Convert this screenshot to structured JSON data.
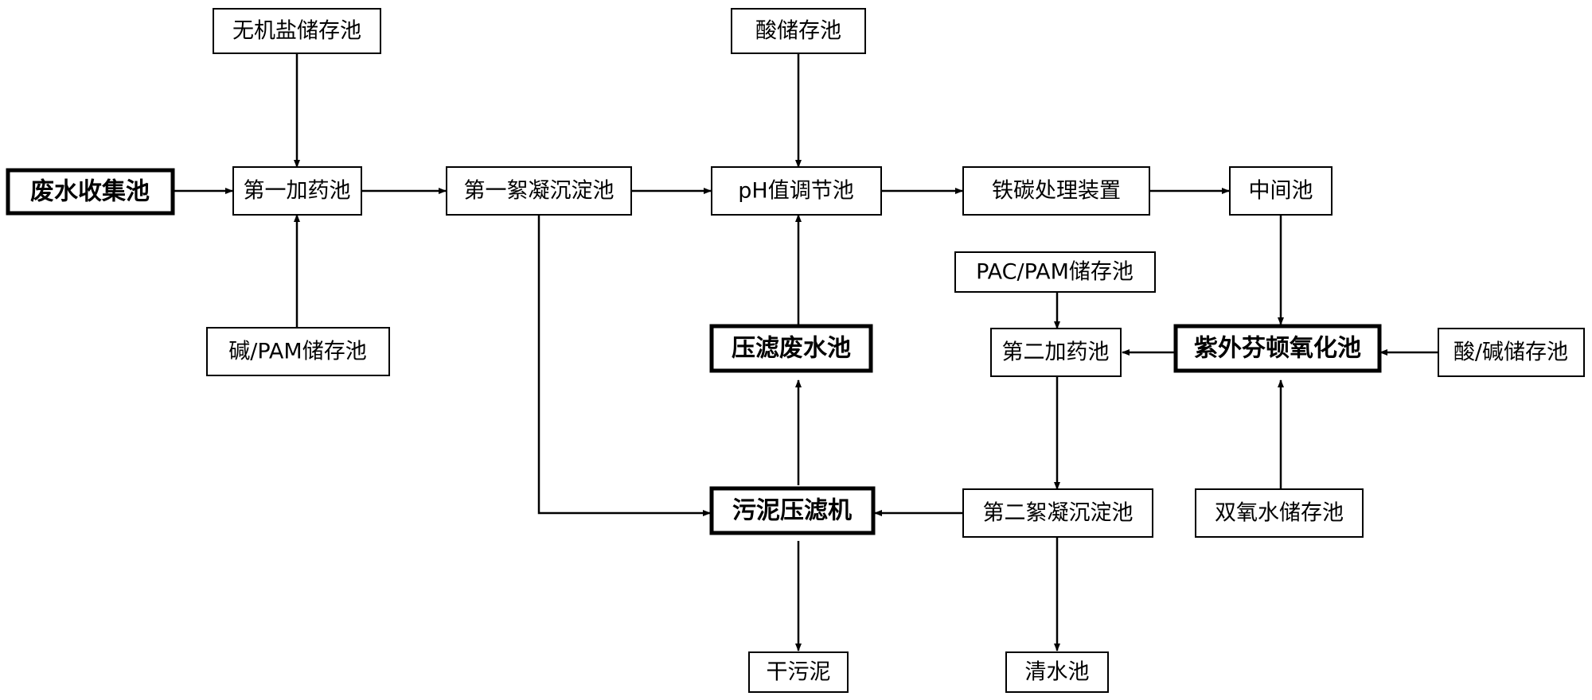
{
  "nodes": {
    "wastewater_collection": {
      "label": "废水收集池",
      "bold": true
    },
    "inorganic_salt_storage": {
      "label": "无机盐储存池",
      "bold": false
    },
    "first_dosing": {
      "label": "第一加药池",
      "bold": false
    },
    "alkali_pam_storage": {
      "label": "碱/PAM储存池",
      "bold": false
    },
    "first_flocculation": {
      "label": "第一絮凝沉淀池",
      "bold": false
    },
    "acid_storage": {
      "label": "酸储存池",
      "bold": false
    },
    "ph_adjust": {
      "label": "pH值调节池",
      "bold": false
    },
    "iron_carbon": {
      "label": "铁碳处理装置",
      "bold": false
    },
    "intermediate": {
      "label": "中间池",
      "bold": false
    },
    "pac_pam_storage": {
      "label": "PAC/PAM储存池",
      "bold": false
    },
    "second_dosing": {
      "label": "第二加药池",
      "bold": false
    },
    "uv_fenton": {
      "label": "紫外芬顿氧化池",
      "bold": true
    },
    "acid_alkali_storage": {
      "label": "酸/碱储存池",
      "bold": false
    },
    "filtrate_tank": {
      "label": "压滤废水池",
      "bold": true
    },
    "sludge_press": {
      "label": "污泥压滤机",
      "bold": true
    },
    "second_flocculation": {
      "label": "第二絮凝沉淀池",
      "bold": false
    },
    "h2o2_storage": {
      "label": "双氧水储存池",
      "bold": false
    },
    "dry_sludge": {
      "label": "干污泥",
      "bold": false
    },
    "clear_water": {
      "label": "清水池",
      "bold": false
    }
  },
  "edges": [
    {
      "from": "wastewater_collection",
      "to": "first_dosing"
    },
    {
      "from": "inorganic_salt_storage",
      "to": "first_dosing"
    },
    {
      "from": "alkali_pam_storage",
      "to": "first_dosing"
    },
    {
      "from": "first_dosing",
      "to": "first_flocculation"
    },
    {
      "from": "first_flocculation",
      "to": "ph_adjust"
    },
    {
      "from": "first_flocculation",
      "to": "sludge_press"
    },
    {
      "from": "acid_storage",
      "to": "ph_adjust"
    },
    {
      "from": "filtrate_tank",
      "to": "ph_adjust"
    },
    {
      "from": "ph_adjust",
      "to": "iron_carbon"
    },
    {
      "from": "iron_carbon",
      "to": "intermediate"
    },
    {
      "from": "intermediate",
      "to": "uv_fenton"
    },
    {
      "from": "acid_alkali_storage",
      "to": "uv_fenton"
    },
    {
      "from": "h2o2_storage",
      "to": "uv_fenton"
    },
    {
      "from": "uv_fenton",
      "to": "second_dosing"
    },
    {
      "from": "pac_pam_storage",
      "to": "second_dosing"
    },
    {
      "from": "second_dosing",
      "to": "second_flocculation"
    },
    {
      "from": "second_flocculation",
      "to": "sludge_press"
    },
    {
      "from": "second_flocculation",
      "to": "clear_water"
    },
    {
      "from": "sludge_press",
      "to": "filtrate_tank"
    },
    {
      "from": "sludge_press",
      "to": "dry_sludge"
    }
  ]
}
